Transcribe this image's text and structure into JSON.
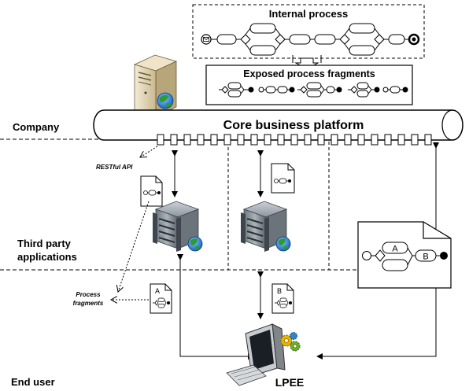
{
  "zones": {
    "company": "Company",
    "third_party_line1": "Third party",
    "third_party_line2": "applications",
    "end_user": "End user"
  },
  "internal_process": {
    "title": "Internal process"
  },
  "exposed_fragments": {
    "title": "Exposed process fragments"
  },
  "platform": {
    "title": "Core business platform"
  },
  "annotations": {
    "restful_api": "RESTful API",
    "process_fragments_line1": "Process",
    "process_fragments_line2": "fragments"
  },
  "documents": {
    "doc_a_label": "A",
    "doc_b_label": "B",
    "big_doc_a": "A",
    "big_doc_b": "B"
  },
  "lpee": {
    "label": "LPEE"
  },
  "icons": [
    "server-tower-icon",
    "globe-icon",
    "rack-server-icon",
    "computer-icon",
    "gear-icon",
    "envelope-icon",
    "document-icon"
  ]
}
